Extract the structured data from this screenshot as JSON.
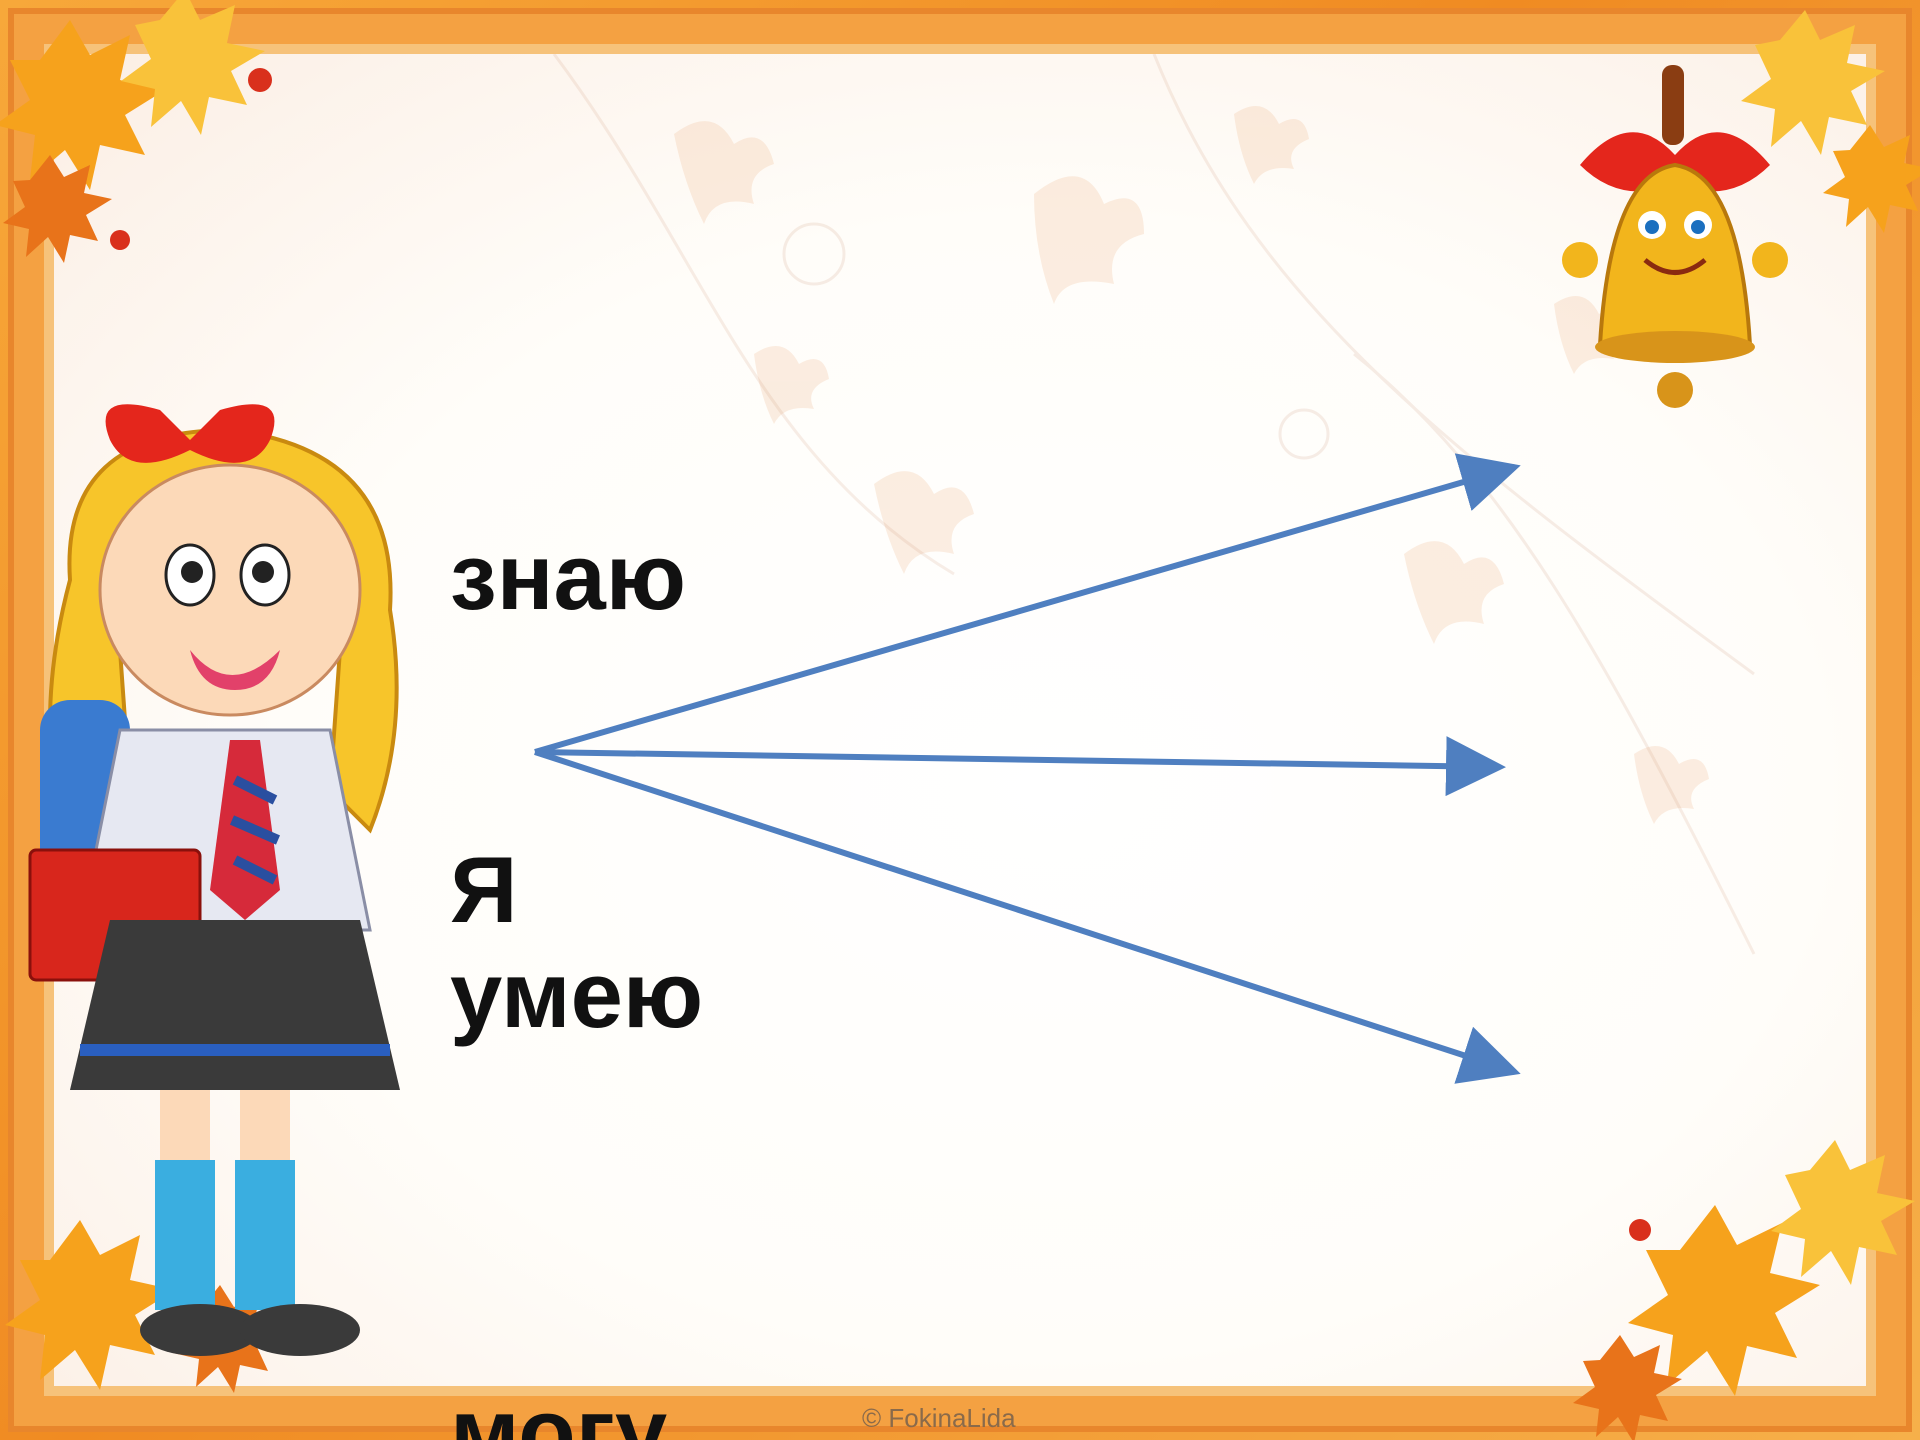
{
  "slide": {
    "words": {
      "znayu": "знаю",
      "ya": "Я",
      "umeyu": "умею",
      "mogu": "могу"
    },
    "copyright": "© FokinaLida"
  },
  "colors": {
    "frame_orange": "#e8862c",
    "arrow_blue": "#4f7fc0",
    "text": "#111111"
  },
  "icons": {
    "girl": "schoolgirl-illustration",
    "bell": "smiling-school-bell",
    "leaves": "autumn-maple-leaves"
  }
}
